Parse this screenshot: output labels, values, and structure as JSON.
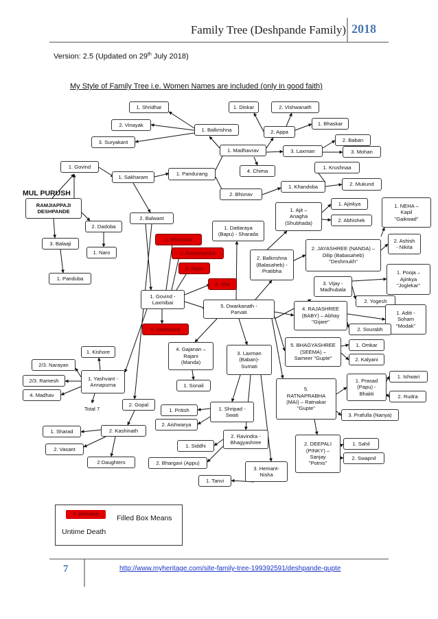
{
  "header": {
    "title": "Family Tree (Deshpande Family)",
    "year": "2018"
  },
  "version_prefix": "Version: 2.5 (Updated on 29",
  "version_sup": "th",
  "version_suffix": " July 2018)",
  "style_note": "My Style of Family Tree i.e. Women Names are included (only in good faith)",
  "mul_purush": "MUL PURUSH",
  "colors": {
    "dead_fill": "#e00000",
    "accent": "#4a76b0",
    "link": "#1a35c8"
  },
  "nodes": [
    {
      "id": "shridhar",
      "label": "1. Shridhar"
    },
    {
      "id": "vinayak",
      "label": "2. Vinayak"
    },
    {
      "id": "suryakant",
      "label": "3. Suryakant"
    },
    {
      "id": "balkrishna1",
      "label": "1. Balkrishna"
    },
    {
      "id": "dinkar",
      "label": "1. Dinkar"
    },
    {
      "id": "vishwanath",
      "label": "2. Vishwanath"
    },
    {
      "id": "appa",
      "label": "2. Appa"
    },
    {
      "id": "bhaskar",
      "label": "1. Bhaskar"
    },
    {
      "id": "madhavrav",
      "label": "1. Madhavrav"
    },
    {
      "id": "laxman1",
      "label": "3. Laxman"
    },
    {
      "id": "baban",
      "label": "2. Baban"
    },
    {
      "id": "mohan",
      "label": "3. Mohan"
    },
    {
      "id": "chima",
      "label": "4. Chima"
    },
    {
      "id": "govind1",
      "label": "1. Govind"
    },
    {
      "id": "sakharam1",
      "label": "1. Sakharam"
    },
    {
      "id": "pandurang",
      "label": "1. Pandurang"
    },
    {
      "id": "krushnaa",
      "label": "1. Krushnaa"
    },
    {
      "id": "khandoba",
      "label": "1. Khandoba"
    },
    {
      "id": "mukund",
      "label": "2. Mukund"
    },
    {
      "id": "bhivrav",
      "label": "2. Bhivrav"
    },
    {
      "id": "ramjiappaji",
      "label": "RAMJIAPPAJI\nDESHPANDE"
    },
    {
      "id": "dadoba",
      "label": "2. Dadoba"
    },
    {
      "id": "balwant",
      "label": "2. Balwant"
    },
    {
      "id": "dattaraya",
      "label": "1. Dattaraya\n(Bapu) - Sharada"
    },
    {
      "id": "ajit",
      "label": "1. Ajit –\nAnagha\n(Shubhada)"
    },
    {
      "id": "ajinkya1",
      "label": "1. Ajinkya"
    },
    {
      "id": "abhishek",
      "label": "2. Abhishek"
    },
    {
      "id": "neha",
      "label": "1. NEHA –\nKapil\n\"Gaikwad\""
    },
    {
      "id": "balaaji",
      "label": "3. Balaaji"
    },
    {
      "id": "naro",
      "label": "1. Naro"
    },
    {
      "id": "bhimabai",
      "label": "1. Bhimabai"
    },
    {
      "id": "ramchandra",
      "label": "2. Ramchandra"
    },
    {
      "id": "appa2",
      "label": "3. Appa"
    },
    {
      "id": "aba",
      "label": "4. Aba"
    },
    {
      "id": "balkrishna2",
      "label": "2. Balkrishna\n(Balasaheb) -\nPratibha"
    },
    {
      "id": "jayashree",
      "label": "2. JAYASHREE (NANDA) –\nDilip (Babasaheb)\n\"Deshmukh\""
    },
    {
      "id": "ashish",
      "label": "2. Ashish\n- Nikita"
    },
    {
      "id": "panduba",
      "label": "1. Panduba"
    },
    {
      "id": "vijay",
      "label": "3. Vijay -\nMadhubala"
    },
    {
      "id": "pooja",
      "label": "1. Pooja –\nAjinkya\n\"Joglekar\""
    },
    {
      "id": "yogesh",
      "label": "2. Yogesh"
    },
    {
      "id": "govind2",
      "label": "1. Govind -\nLaxmibai"
    },
    {
      "id": "dwarkanath",
      "label": "5. Dwarkanath -\nParvati"
    },
    {
      "id": "rajashree",
      "label": "4. RAJASHREE\n(BABY) – Abhay\n\"Gijare\""
    },
    {
      "id": "aditi",
      "label": "1. Aditi -\nSoham\n\"Modak\""
    },
    {
      "id": "sourabh",
      "label": "2. Sourabh"
    },
    {
      "id": "sakharam2",
      "label": "6. Sakharam"
    },
    {
      "id": "gajanan",
      "label": "4. Gajanan –\nRajani\n(Manda)"
    },
    {
      "id": "bhagyashree",
      "label": "5. BHAGYASHREE\n(SEEMA) –\nSameer \"Gupte\""
    },
    {
      "id": "omkar",
      "label": "1. Omkar"
    },
    {
      "id": "kishore",
      "label": "1. Kishore"
    },
    {
      "id": "laxman2",
      "label": "3. Laxman\n(Baban)-\nSumati"
    },
    {
      "id": "kalyani",
      "label": "2. Kalyani"
    },
    {
      "id": "narayan",
      "label": "2/3. Narayan"
    },
    {
      "id": "yashvant",
      "label": "1. Yashvant -\nAnnapurna"
    },
    {
      "id": "sonali",
      "label": "1. Sonali"
    },
    {
      "id": "ratnaprabha",
      "label": "5.\nRATNAPRABHA\n(MAI) – Ratnakar\n\"Gupte\""
    },
    {
      "id": "prasad",
      "label": "1. Prasad\n(Papu) -\nBhakti"
    },
    {
      "id": "ishwari",
      "label": "1. Ishwari"
    },
    {
      "id": "ramesh",
      "label": "2/3. Ramesh"
    },
    {
      "id": "madhav",
      "label": "4. Madhav"
    },
    {
      "id": "rudra",
      "label": "2. Rudra"
    },
    {
      "id": "gopal",
      "label": "2. Gopal"
    },
    {
      "id": "total7",
      "label": "Total 7"
    },
    {
      "id": "pritish",
      "label": "1. Pritish"
    },
    {
      "id": "shripad",
      "label": "1. Shripad -\nSwati"
    },
    {
      "id": "prafulla",
      "label": "3. Prafulla (Nanya)"
    },
    {
      "id": "aishwarya",
      "label": "2. Aishwarya"
    },
    {
      "id": "sharad",
      "label": "1. Sharad"
    },
    {
      "id": "kashinath",
      "label": "2. Kashinath"
    },
    {
      "id": "deepali",
      "label": "2. DEEPALI\n(PINKY) –\nSanjay\n\"Potnis\""
    },
    {
      "id": "sahil",
      "label": "1. Sahil"
    },
    {
      "id": "ravindra",
      "label": "2. Ravindra -\nBhagyashree"
    },
    {
      "id": "siddhi",
      "label": "1. Siddhi"
    },
    {
      "id": "vasant",
      "label": "2. Vasant"
    },
    {
      "id": "swapnil",
      "label": "2. Swapnil"
    },
    {
      "id": "daughters",
      "label": "2 Daughters"
    },
    {
      "id": "bhargavi",
      "label": "2. Bhargavi (Appu)"
    },
    {
      "id": "hemant",
      "label": "3. Hemant-\nNisha"
    },
    {
      "id": "tanvi",
      "label": "1. Tanvi"
    }
  ],
  "legend": {
    "swatch_label": "1. Bhimabai",
    "text_line1": "Filled Box Means",
    "text_line2": "Untime Death"
  },
  "footer": {
    "page_number": "7",
    "url": "http://www.myheritage.com/site-family-tree-199392591/deshpande-gupte"
  }
}
